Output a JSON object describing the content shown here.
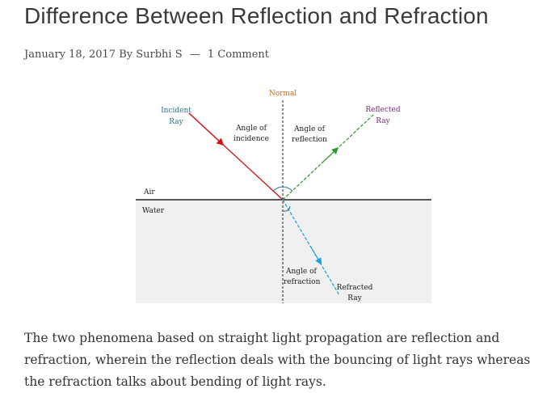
{
  "article": {
    "title": "Difference Between Reflection and Refraction",
    "date": "January 18, 2017",
    "by_label": "By",
    "author": "Surbhi S",
    "separator": "—",
    "comments": "1 Comment",
    "paragraph": "The two phenomena based on straight light propagation are reflection and refraction, wherein the reflection deals with the bouncing of light rays whereas the refraction talks about bending of light rays."
  },
  "diagram": {
    "normal": "Normal",
    "incident_ray": [
      "Incident",
      "Ray"
    ],
    "reflected_ray": [
      "Reflected",
      "Ray"
    ],
    "refracted_ray": [
      "Refracted",
      "Ray"
    ],
    "angle_of_incidence": [
      "Angle of",
      "incidence"
    ],
    "angle_of_reflection": [
      "Angle of",
      "reflection"
    ],
    "angle_of_refraction": [
      "Angle of",
      "refraction"
    ],
    "air": "Air",
    "water": "Water",
    "colors": {
      "normal_label": "#c56a12",
      "incident": "#d0141a",
      "reflected": "#2b9a2b",
      "refracted": "#1aa0d8",
      "reflected_label": "#7a2b7a",
      "incident_label": "#2a7090",
      "water_fill": "#f0f0f0"
    }
  }
}
